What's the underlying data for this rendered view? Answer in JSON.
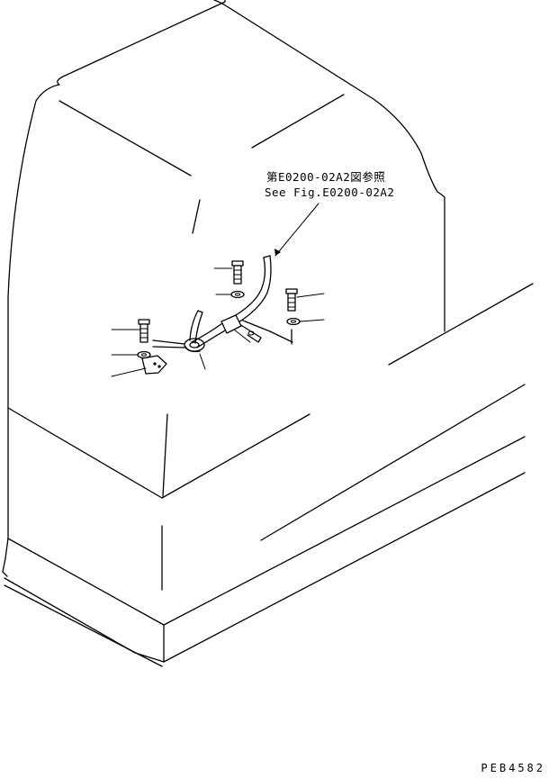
{
  "reference_note": {
    "japanese": "第E0200-02A2図参照",
    "english": "See Fig.E0200-02A2"
  },
  "figure_code": "PEB4582"
}
